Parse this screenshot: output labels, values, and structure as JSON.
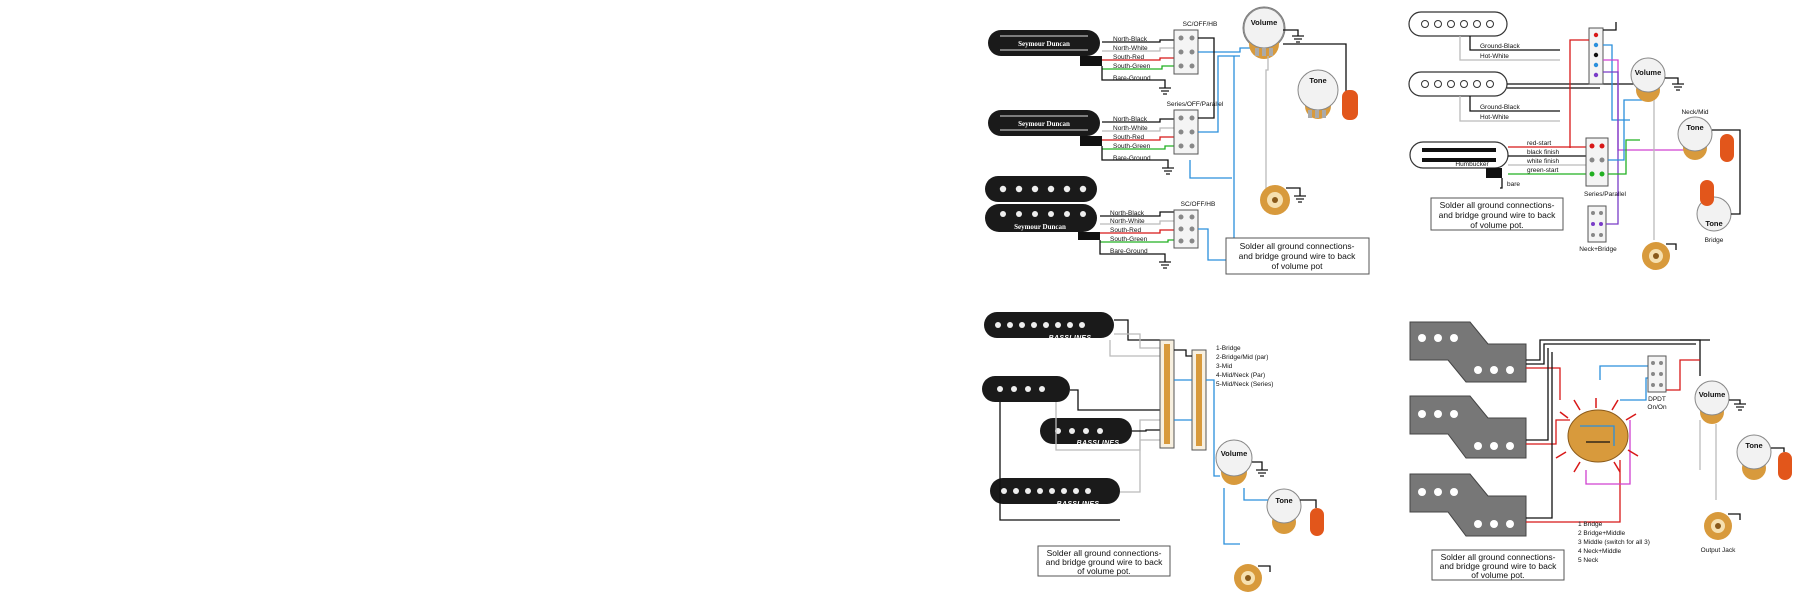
{
  "colors": {
    "black": "#111111",
    "white": "#bbbbbb",
    "red": "#d81818",
    "green": "#22b022",
    "blue": "#2a8fdc",
    "gray": "#999999",
    "pink": "#d040d0",
    "purple": "#7a3cc8",
    "pot_body": "#d89a3c",
    "pot_face": "#f2f2f2",
    "cap": "#e2561b",
    "pickup": "#1a1a1a",
    "plate": "#777777"
  },
  "diagram1": {
    "switch_label_1": "SC/OFF/HB",
    "switch_label_2": "Series/OFF/Parallel",
    "switch_label_3": "SC/OFF/HB",
    "brand": "Seymour Duncan",
    "wires": [
      "North-Black",
      "North-White",
      "South-Red",
      "South-Green",
      "Bare-Ground"
    ],
    "volume": "Volume",
    "tone": "Tone",
    "note": [
      "Solder all ground connections-",
      "and bridge ground wire to back",
      "of volume pot"
    ]
  },
  "diagram2": {
    "wires_a": [
      "Ground-Black",
      "Hot-White"
    ],
    "wires_b": [
      "Ground-Black",
      "Hot-White"
    ],
    "hb_brand": "Humbucker",
    "hb_wires": [
      "red-start",
      "black finish",
      "white finish",
      "green-start",
      "bare"
    ],
    "volume": "Volume",
    "tone_neck": "Tone",
    "tone_neck_label": "Neck/Mid",
    "tone_bridge": "Tone",
    "tone_bridge_label": "Bridge",
    "series_label": "Series/Parallel",
    "neck_bridge_label": "Neck+Bridge",
    "note": [
      "Solder all ground connections-",
      "and bridge ground wire to back",
      "of volume pot."
    ]
  },
  "diagram3": {
    "brand": "BASSLINES",
    "positions": [
      "1-Bridge",
      "2-Bridge/Mid (par)",
      "3-Mid",
      "4-Mid/Neck (Par)",
      "5-Mid/Neck (Series)"
    ],
    "volume": "Volume",
    "tone": "Tone",
    "note": [
      "Solder all ground connections-",
      "and bridge ground wire to back",
      "of volume pot."
    ]
  },
  "diagram4": {
    "dpdt_label": [
      "DPDT",
      "On/On"
    ],
    "volume": "Volume",
    "tone": "Tone",
    "jack": "Output Jack",
    "positions": [
      "1 Bridge",
      "2 Bridge+Middle",
      "3 Middle (switch for all 3)",
      "4 Neck+Middle",
      "5 Neck"
    ],
    "note": [
      "Solder all ground connections-",
      "and bridge ground wire to back",
      "of volume pot."
    ]
  }
}
